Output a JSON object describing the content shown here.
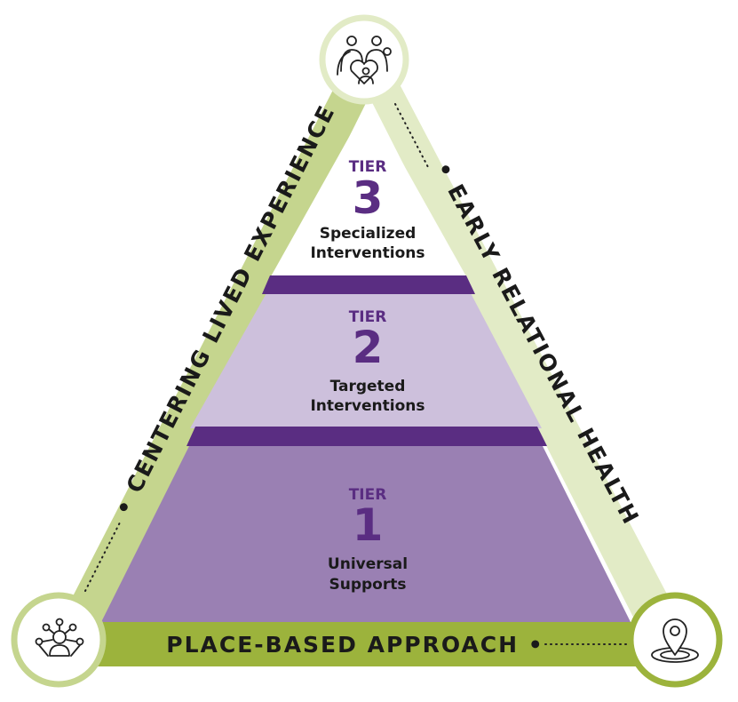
{
  "tiers": [
    {
      "word": "TIER",
      "number": "3",
      "line1": "Specialized",
      "line2": "Interventions",
      "fill": "#ffffff"
    },
    {
      "word": "TIER",
      "number": "2",
      "line1": "Targeted",
      "line2": "Interventions",
      "fill": "#cdc0dc"
    },
    {
      "word": "TIER",
      "number": "1",
      "line1": "Universal",
      "line2": "Supports",
      "fill": "#9a80b3"
    }
  ],
  "sides": {
    "left": "• CENTERING LIVED EXPERIENCE",
    "right": "• EARLY RELATIONAL HEALTH",
    "base": "PLACE-BASED APPROACH •"
  },
  "icons": {
    "top": "family-heart-icon",
    "bottom_left": "community-network-icon",
    "bottom_right": "location-pin-icon"
  },
  "colors": {
    "purple_dark": "#5a2d82",
    "green_left": "#c5d58e",
    "green_right": "#e2ebc6",
    "green_base": "#9cb33c",
    "tier_accent": "#5a2d82"
  }
}
